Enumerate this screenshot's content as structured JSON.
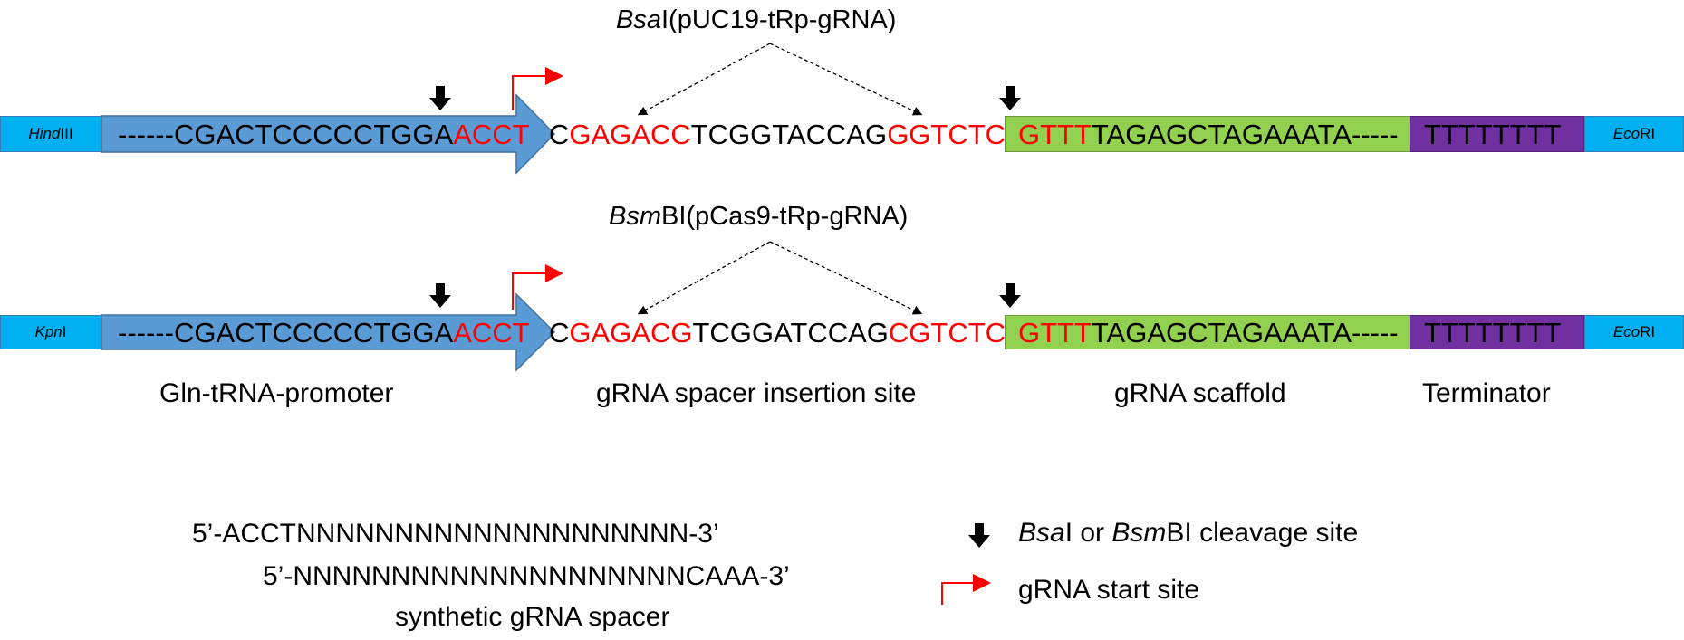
{
  "row1": {
    "left_site_prefix": "Hind",
    "left_site_suffix": "III",
    "promoter_seq": "------CGACTCCCCCTGGA",
    "promoter_overhang": "ACCT",
    "spacer_c": "C",
    "spacer_site1": "GAGACC",
    "spacer_mid": "TCGGTACCAG",
    "spacer_site2": "GGTCTC",
    "spacer_g": "G",
    "scaffold_overhang": "GTTT",
    "scaffold_seq": "TAGAGCTAGAAATA-----",
    "terminator_seq": "TTTTTTTT",
    "right_site_prefix": "Eco",
    "right_site_suffix": "RI",
    "enzyme_italic": "Bsa",
    "enzyme_rest": "I(pUC19-tRp-gRNA)"
  },
  "row2": {
    "left_site_prefix": "Kpn",
    "left_site_suffix": "I",
    "promoter_seq": "------CGACTCCCCCTGGA",
    "promoter_overhang": "ACCT",
    "spacer_c": "C",
    "spacer_site1": "GAGACG",
    "spacer_mid": "TCGGATCCAG",
    "spacer_site2": "CGTCTC",
    "spacer_g": "G",
    "scaffold_overhang": "GTTT",
    "scaffold_seq": "TAGAGCTAGAAATA-----",
    "terminator_seq": "TTTTTTTT",
    "right_site_prefix": "Eco",
    "right_site_suffix": "RI",
    "enzyme_italic": "Bsm",
    "enzyme_rest": "BI(pCas9-tRp-gRNA)"
  },
  "labels": {
    "promoter": "Gln-tRNA-promoter",
    "insertion": "gRNA spacer insertion site",
    "scaffold": "gRNA scaffold",
    "terminator": "Terminator"
  },
  "oligo": {
    "top": "5’-ACCTNNNNNNNNNNNNNNNNNNNN-3’",
    "bottom": "5’-NNNNNNNNNNNNNNNNNNNNCAAA-3’",
    "caption": "synthetic gRNA spacer"
  },
  "legend": {
    "cleavage_italic1": "Bsa",
    "cleavage_text1": "I or ",
    "cleavage_italic2": "Bsm",
    "cleavage_text2": "BI cleavage site",
    "start_site": "gRNA start site"
  },
  "colors": {
    "site_box": "#00b0f0",
    "promoter_arrow": "#5b9bd5",
    "scaffold": "#92d050",
    "terminator": "#7030a0",
    "highlight": "#ff0000"
  }
}
